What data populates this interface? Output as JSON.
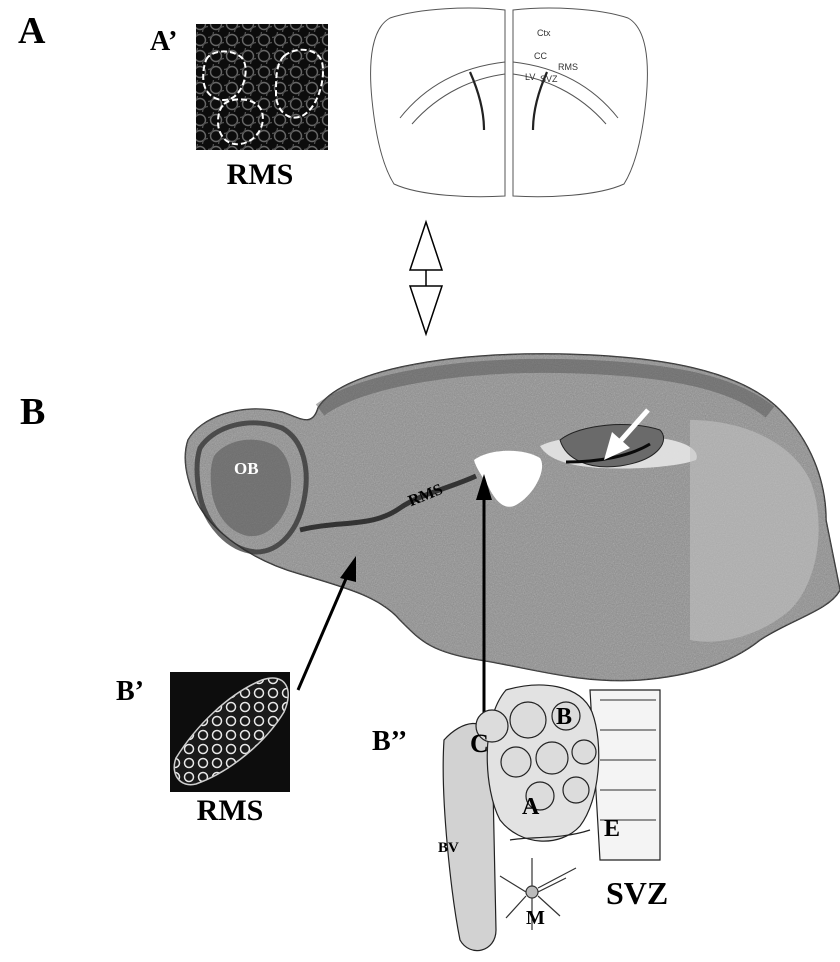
{
  "panels": {
    "a_label": "A",
    "a_prime_label": "A’",
    "a_prime_caption": "RMS",
    "b_label": "B",
    "b_prime_label": "B’",
    "b_prime_caption": "RMS",
    "b_double_prime_label": "B’’"
  },
  "coronal_schematic": {
    "ctx": "Ctx",
    "cc": "CC",
    "rms": "RMS",
    "lv": "LV",
    "svz": "SVZ"
  },
  "sagittal_section": {
    "ob": "OB",
    "rms": "RMS"
  },
  "svz_niche": {
    "cell_c": "C",
    "cell_b": "B",
    "cell_a": "A",
    "cell_e": "E",
    "cell_m": "M",
    "bv": "BV",
    "svz": "SVZ"
  },
  "colors": {
    "ink": "#000000",
    "tissue_dark": "#3c3c3c",
    "tissue_mid": "#7a7a7a",
    "tissue_light": "#bdbdbd",
    "micrograph_bg": "#0d0d0d"
  }
}
